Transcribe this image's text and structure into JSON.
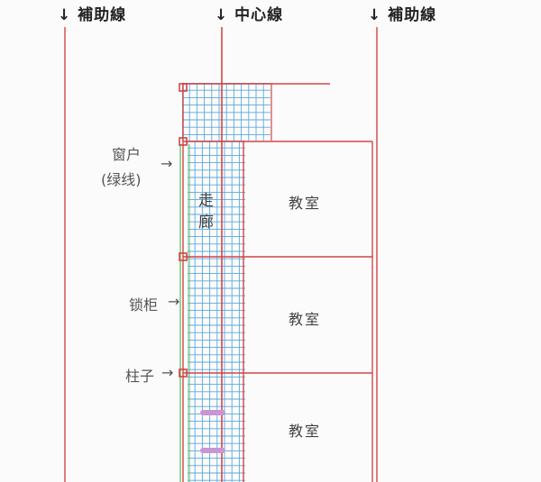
{
  "headers": {
    "left": "↓ 補助線",
    "center": "↓ 中心線",
    "right": "↓ 補助線"
  },
  "labels": {
    "window_line1": "窗户",
    "window_line2": "(绿线)",
    "window_arrow": "→",
    "locker": "锁柜",
    "locker_arrow": "→",
    "pillar": "柱子",
    "pillar_arrow": "→"
  },
  "corridor": {
    "char1": "走",
    "char2": "廊"
  },
  "rooms": [
    {
      "label": "教室"
    },
    {
      "label": "教室"
    },
    {
      "label": "教室"
    }
  ],
  "colors": {
    "grid": "#5aa9dc",
    "guide_line": "#d24545",
    "window_line": "#6cc36c",
    "locker": "#c896d2"
  }
}
